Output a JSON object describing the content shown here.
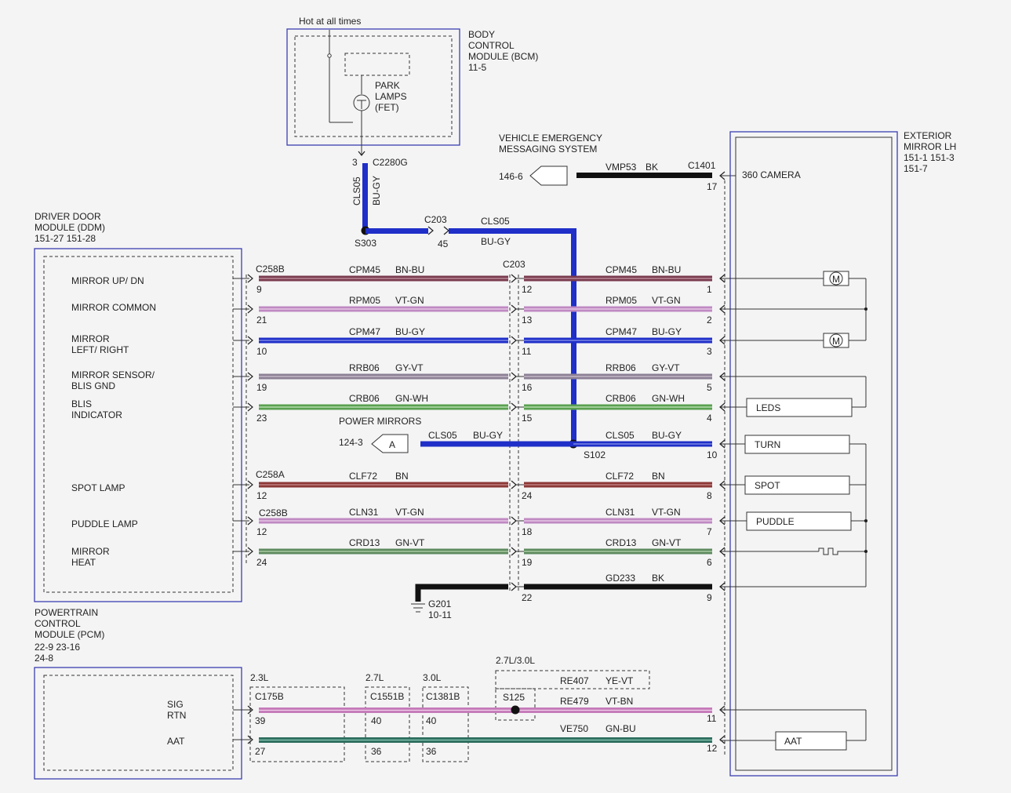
{
  "colors": {
    "background": "#f4f4f5",
    "module_border": "#3b3fb0",
    "BN-BU": "#7a3b4e",
    "VT-GN": "#c08ac2",
    "BU-GY": "#1f2fc8",
    "GY-VT": "#8d8095",
    "GN-WH": "#5aa050",
    "BN": "#8c3838",
    "GN-VT": "#5e8a5e",
    "BK": "#111111",
    "VT-BN": "#c57ab8",
    "GN-BU": "#2e6e5e"
  },
  "bcm": {
    "hot_label": "Hot at all times",
    "title_1": "BODY",
    "title_2": "CONTROL",
    "title_3": "MODULE (BCM)",
    "ref": "11-5",
    "fet_1": "PARK",
    "fet_2": "LAMPS",
    "fet_3": "(FET)",
    "pin": "3",
    "connector": "C2280G",
    "circuit": "CLS05",
    "color": "BU-GY",
    "splice": "S303",
    "c203_label": "C203",
    "c203_pin": "45",
    "run_circuit": "CLS05",
    "run_color": "BU-GY"
  },
  "vems": {
    "title_1": "VEHICLE EMERGENCY",
    "title_2": "MESSAGING SYSTEM",
    "ref": "146-6",
    "circuit": "VMP53",
    "color": "BK",
    "connector": "C1401",
    "pin": "17",
    "camera": "360 CAMERA"
  },
  "mirror": {
    "title_1": "EXTERIOR",
    "title_2": "MIRROR LH",
    "ref_1": "151-1   151-3",
    "ref_2": "151-7",
    "leds": "LEDS",
    "turn": "TURN",
    "spot": "SPOT",
    "puddle": "PUDDLE",
    "aat": "AAT",
    "motor": "M"
  },
  "ddm": {
    "title_1": "DRIVER DOOR",
    "title_2": "MODULE (DDM)",
    "ref": "151-27   151-28",
    "labels": {
      "up_dn": "MIRROR UP/ DN",
      "common": "MIRROR COMMON",
      "lr_1": "MIRROR",
      "lr_2": "LEFT/ RIGHT",
      "sensor_1": "MIRROR SENSOR/",
      "sensor_2": "BLIS GND",
      "blis_1": "BLIS",
      "blis_2": "INDICATOR",
      "spot": "SPOT LAMP",
      "puddle": "PUDDLE LAMP",
      "heat_1": "MIRROR",
      "heat_2": "HEAT"
    },
    "c258b": "C258B",
    "c258a": "C258A",
    "c258b_2": "C258B",
    "c203": "C203",
    "power_mirrors": "POWER MIRRORS",
    "ref_a": "124-3",
    "a_label": "A",
    "s102": "S102",
    "g201": "G201",
    "g201_ref": "10-11"
  },
  "rows": [
    {
      "key": "r1",
      "left_circuit": "CPM45",
      "left_color": "BN-BU",
      "right_circuit": "CPM45",
      "right_color": "BN-BU",
      "pin_ddm": "9",
      "pin_c203": "12",
      "pin_mirror": "1",
      "wire": "BN-BU"
    },
    {
      "key": "r2",
      "left_circuit": "RPM05",
      "left_color": "VT-GN",
      "right_circuit": "RPM05",
      "right_color": "VT-GN",
      "pin_ddm": "21",
      "pin_c203": "13",
      "pin_mirror": "2",
      "wire": "VT-GN"
    },
    {
      "key": "r3",
      "left_circuit": "CPM47",
      "left_color": "BU-GY",
      "right_circuit": "CPM47",
      "right_color": "BU-GY",
      "pin_ddm": "10",
      "pin_c203": "11",
      "pin_mirror": "3",
      "wire": "BU-GY"
    },
    {
      "key": "r4",
      "left_circuit": "RRB06",
      "left_color": "GY-VT",
      "right_circuit": "RRB06",
      "right_color": "GY-VT",
      "pin_ddm": "19",
      "pin_c203": "16",
      "pin_mirror": "5",
      "wire": "GY-VT"
    },
    {
      "key": "r5",
      "left_circuit": "CRB06",
      "left_color": "GN-WH",
      "right_circuit": "CRB06",
      "right_color": "GN-WH",
      "pin_ddm": "23",
      "pin_c203": "15",
      "pin_mirror": "4",
      "wire": "GN-WH"
    },
    {
      "key": "r6",
      "left_circuit": "CLS05",
      "left_color": "BU-GY",
      "right_circuit": "CLS05",
      "right_color": "BU-GY",
      "pin_ddm": "",
      "pin_c203": "",
      "pin_mirror": "10",
      "wire": "BU-GY"
    },
    {
      "key": "r7",
      "left_circuit": "CLF72",
      "left_color": "BN",
      "right_circuit": "CLF72",
      "right_color": "BN",
      "pin_ddm": "12",
      "pin_c203": "24",
      "pin_mirror": "8",
      "wire": "BN"
    },
    {
      "key": "r8",
      "left_circuit": "CLN31",
      "left_color": "VT-GN",
      "right_circuit": "CLN31",
      "right_color": "VT-GN",
      "pin_ddm": "12",
      "pin_c203": "18",
      "pin_mirror": "7",
      "wire": "VT-GN"
    },
    {
      "key": "r9",
      "left_circuit": "CRD13",
      "left_color": "GN-VT",
      "right_circuit": "CRD13",
      "right_color": "GN-VT",
      "pin_ddm": "24",
      "pin_c203": "19",
      "pin_mirror": "6",
      "wire": "GN-VT"
    },
    {
      "key": "r10",
      "left_circuit": "",
      "left_color": "",
      "right_circuit": "GD233",
      "right_color": "BK",
      "pin_ddm": "",
      "pin_c203": "22",
      "pin_mirror": "9",
      "wire": "BK"
    }
  ],
  "pcm": {
    "title_1": "POWERTRAIN",
    "title_2": "CONTROL",
    "title_3": "MODULE (PCM)",
    "ref_1": "22-9     23-16",
    "ref_2": "24-8",
    "sig_1": "SIG",
    "sig_2": "RTN",
    "aat": "AAT",
    "eng_23": "2.3L",
    "eng_27": "2.7L",
    "eng_30": "3.0L",
    "eng_27_30": "2.7L/3.0L",
    "c175b": "C175B",
    "c1551b": "C1551B",
    "c1381b": "C1381B",
    "pin_39": "39",
    "pin_40a": "40",
    "pin_40b": "40",
    "pin_27": "27",
    "pin_36a": "36",
    "pin_36b": "36",
    "s125": "S125",
    "re407": "RE407",
    "re407_color": "YE-VT",
    "re479": "RE479",
    "re479_color": "VT-BN",
    "ve750": "VE750",
    "ve750_color": "GN-BU",
    "pin_11": "11",
    "pin_12": "12"
  }
}
